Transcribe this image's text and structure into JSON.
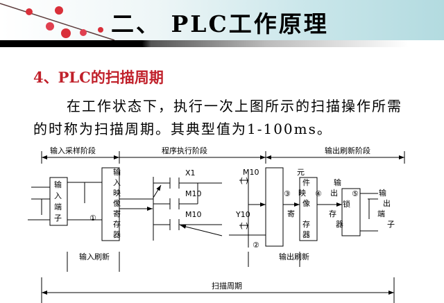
{
  "slide": {
    "title": "二、 PLC工作原理",
    "heading": "4、PLC的扫描周期",
    "paragraph_line1": "在工作状态下，执行一次上图所示的扫描操作所需",
    "paragraph_line2": "的时称为扫描周期。其典型值为1-100ms。"
  },
  "diagram": {
    "phase_input_sampling": "输入采样阶段",
    "phase_program_execution": "程序执行阶段",
    "phase_output_refresh": "输出刷新阶段",
    "input_terminal": [
      "输",
      "入",
      "端",
      "子"
    ],
    "input_image_register": [
      "输",
      "入",
      "映",
      "像",
      "寄",
      "存",
      "器"
    ],
    "element_image_register": [
      "元",
      "件",
      "映",
      "像",
      "寄",
      "存",
      "器"
    ],
    "output_latch": [
      "输",
      "出",
      "锁",
      "存",
      "器"
    ],
    "output_terminal": [
      "输",
      "出",
      "端",
      "子"
    ],
    "contact_x1": "X1",
    "contact_m10_a": "M10",
    "contact_m10_b": "M10",
    "coil_m10": "M10",
    "coil_y10": "Y10",
    "step1": "①",
    "step2": "②",
    "step3": "③",
    "step4": "④",
    "step5": "⑤",
    "input_refresh": "输入刷新",
    "output_refresh": "输出刷新",
    "scan_cycle": "扫描周期"
  }
}
